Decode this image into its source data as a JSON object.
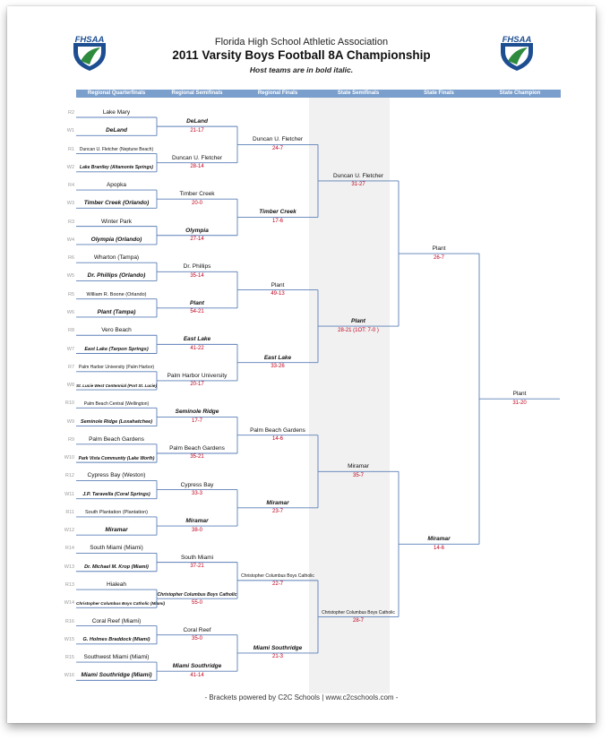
{
  "header": {
    "org": "Florida High School Athletic Association",
    "title": "2011 Varsity Boys Football 8A Championship",
    "note": "Host teams are in bold italic.",
    "logo_text": "FHSAA"
  },
  "columns": [
    "Regional Quarterfinals",
    "Regional Semifinals",
    "Regional Finals",
    "State Semifinals",
    "State Finals",
    "State Champion"
  ],
  "colors": {
    "header_band": "#7b9fcc",
    "line": "#5b7fb8",
    "score": "#c0001c",
    "seed": "#9a9a9a",
    "logo_blue": "#1d4e91",
    "logo_green": "#2e8b3e"
  },
  "round1": [
    {
      "seed": "R2",
      "team": "Lake Mary",
      "host": false
    },
    {
      "seed": "W1",
      "team": "DeLand",
      "host": true
    },
    {
      "seed": "R1",
      "team": "Duncan U. Fletcher (Neptune Beach)",
      "host": false
    },
    {
      "seed": "W2",
      "team": "Lake Brantley (Altamonte Springs)",
      "host": true
    },
    {
      "seed": "R4",
      "team": "Apopka",
      "host": false
    },
    {
      "seed": "W3",
      "team": "Timber Creek (Orlando)",
      "host": true
    },
    {
      "seed": "R3",
      "team": "Winter Park",
      "host": false
    },
    {
      "seed": "W4",
      "team": "Olympia (Orlando)",
      "host": true
    },
    {
      "seed": "R6",
      "team": "Wharton (Tampa)",
      "host": false
    },
    {
      "seed": "W5",
      "team": "Dr. Phillips (Orlando)",
      "host": true
    },
    {
      "seed": "R5",
      "team": "William R. Boone (Orlando)",
      "host": false
    },
    {
      "seed": "W6",
      "team": "Plant (Tampa)",
      "host": true
    },
    {
      "seed": "R8",
      "team": "Vero Beach",
      "host": false
    },
    {
      "seed": "W7",
      "team": "East Lake (Tarpon Springs)",
      "host": true
    },
    {
      "seed": "R7",
      "team": "Palm Harbor University (Palm Harbor)",
      "host": false
    },
    {
      "seed": "W8",
      "team": "St. Lucie West Centennial (Port St. Lucie)",
      "host": true
    },
    {
      "seed": "R10",
      "team": "Palm Beach Central (Wellington)",
      "host": false
    },
    {
      "seed": "W9",
      "team": "Seminole Ridge (Loxahatchee)",
      "host": true
    },
    {
      "seed": "R9",
      "team": "Palm Beach Gardens",
      "host": false
    },
    {
      "seed": "W10",
      "team": "Park Vista Community (Lake Worth)",
      "host": true
    },
    {
      "seed": "R12",
      "team": "Cypress Bay (Weston)",
      "host": false
    },
    {
      "seed": "W11",
      "team": "J.P. Taravella (Coral Springs)",
      "host": true
    },
    {
      "seed": "R11",
      "team": "South Plantation (Plantation)",
      "host": false
    },
    {
      "seed": "W12",
      "team": "Miramar",
      "host": true
    },
    {
      "seed": "R14",
      "team": "South Miami (Miami)",
      "host": false
    },
    {
      "seed": "W13",
      "team": "Dr. Michael M. Krop (Miami)",
      "host": true
    },
    {
      "seed": "R13",
      "team": "Hialeah",
      "host": false
    },
    {
      "seed": "W14",
      "team": "Christopher Columbus Boys Catholic (Miami)",
      "host": true
    },
    {
      "seed": "R16",
      "team": "Coral Reef (Miami)",
      "host": false
    },
    {
      "seed": "W15",
      "team": "G. Holmes Braddock (Miami)",
      "host": true
    },
    {
      "seed": "R15",
      "team": "Southwest Miami (Miami)",
      "host": false
    },
    {
      "seed": "W16",
      "team": "Miami Southridge (Miami)",
      "host": true
    }
  ],
  "round2": [
    {
      "team": "DeLand",
      "score": "21-17",
      "host": true
    },
    {
      "team": "Duncan U. Fletcher",
      "score": "28-14",
      "host": false
    },
    {
      "team": "Timber Creek",
      "score": "20-0",
      "host": false
    },
    {
      "team": "Olympia",
      "score": "27-14",
      "host": true
    },
    {
      "team": "Dr. Phillips",
      "score": "35-14",
      "host": false
    },
    {
      "team": "Plant",
      "score": "54-21",
      "host": true
    },
    {
      "team": "East Lake",
      "score": "41-22",
      "host": true
    },
    {
      "team": "Palm Harbor University",
      "score": "20-17",
      "host": false
    },
    {
      "team": "Seminole Ridge",
      "score": "17-7",
      "host": true
    },
    {
      "team": "Palm Beach Gardens",
      "score": "35-21",
      "host": false
    },
    {
      "team": "Cypress Bay",
      "score": "33-3",
      "host": false
    },
    {
      "team": "Miramar",
      "score": "38-0",
      "host": true
    },
    {
      "team": "South Miami",
      "score": "37-21",
      "host": false
    },
    {
      "team": "Christopher Columbus Boys Catholic",
      "score": "55-0",
      "host": true
    },
    {
      "team": "Coral Reef",
      "score": "35-0",
      "host": false
    },
    {
      "team": "Miami Southridge",
      "score": "41-14",
      "host": true
    }
  ],
  "round3": [
    {
      "team": "Duncan U. Fletcher",
      "score": "24-7",
      "host": false
    },
    {
      "team": "Timber Creek",
      "score": "17-6",
      "host": true
    },
    {
      "team": "Plant",
      "score": "49-13",
      "host": false
    },
    {
      "team": "East Lake",
      "score": "33-26",
      "host": true
    },
    {
      "team": "Palm Beach Gardens",
      "score": "14-6",
      "host": false
    },
    {
      "team": "Miramar",
      "score": "23-7",
      "host": true
    },
    {
      "team": "Christopher Columbus Boys Catholic",
      "score": "22-7",
      "host": false
    },
    {
      "team": "Miami Southridge",
      "score": "21-3",
      "host": true
    }
  ],
  "round4": [
    {
      "team": "Duncan U. Fletcher",
      "score": "31-27",
      "host": false
    },
    {
      "team": "Plant",
      "score": "28-21 (1OT: 7-0 )",
      "host": true
    },
    {
      "team": "Miramar",
      "score": "35-7",
      "host": false
    },
    {
      "team": "Christopher Columbus Boys Catholic",
      "score": "28-7",
      "host": false
    }
  ],
  "round5": [
    {
      "team": "Plant",
      "score": "26-7",
      "host": false
    },
    {
      "team": "Miramar",
      "score": "14-6",
      "host": true
    }
  ],
  "champion": {
    "team": "Plant",
    "score": "31-20",
    "host": false
  },
  "footer": "- Brackets powered by C2C Schools | www.c2cschools.com -"
}
